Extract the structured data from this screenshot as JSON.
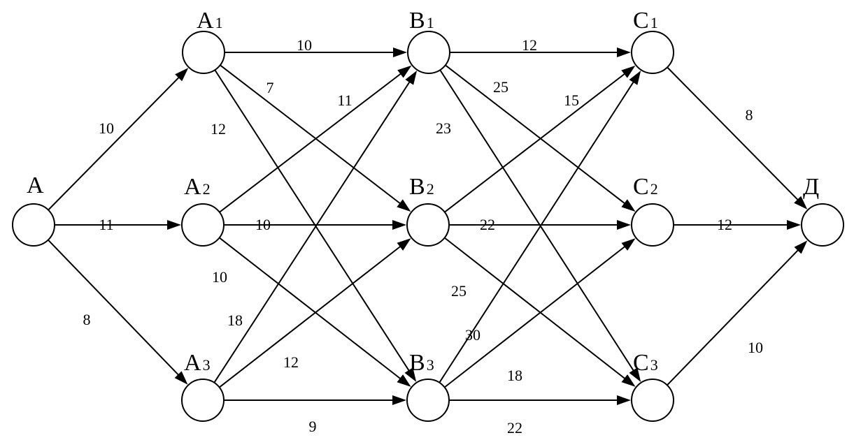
{
  "colors": {
    "line": "#000000",
    "node_fill": "#ffffff"
  },
  "nodes": [
    {
      "id": "A",
      "main": "A",
      "sub": ""
    },
    {
      "id": "A1",
      "main": "A",
      "sub": "1"
    },
    {
      "id": "A2",
      "main": "A",
      "sub": "2"
    },
    {
      "id": "A3",
      "main": "A",
      "sub": "3"
    },
    {
      "id": "B1",
      "main": "B",
      "sub": "1"
    },
    {
      "id": "B2",
      "main": "B",
      "sub": "2"
    },
    {
      "id": "B3",
      "main": "B",
      "sub": "3"
    },
    {
      "id": "C1",
      "main": "C",
      "sub": "1"
    },
    {
      "id": "C2",
      "main": "C",
      "sub": "2"
    },
    {
      "id": "C3",
      "main": "C",
      "sub": "3"
    },
    {
      "id": "D",
      "main": "Д",
      "sub": ""
    }
  ],
  "edges": [
    {
      "from": "A",
      "to": "A1",
      "weight": "10"
    },
    {
      "from": "A",
      "to": "A2",
      "weight": "11"
    },
    {
      "from": "A",
      "to": "A3",
      "weight": "8"
    },
    {
      "from": "A1",
      "to": "B1",
      "weight": "10"
    },
    {
      "from": "A1",
      "to": "B2",
      "weight": "7"
    },
    {
      "from": "A1",
      "to": "B3",
      "weight": "12"
    },
    {
      "from": "A2",
      "to": "B1",
      "weight": "11"
    },
    {
      "from": "A2",
      "to": "B2",
      "weight": "10"
    },
    {
      "from": "A2",
      "to": "B3",
      "weight": "10"
    },
    {
      "from": "A3",
      "to": "B1",
      "weight": "18"
    },
    {
      "from": "A3",
      "to": "B2",
      "weight": "12"
    },
    {
      "from": "A3",
      "to": "B3",
      "weight": "9"
    },
    {
      "from": "B1",
      "to": "C1",
      "weight": "12"
    },
    {
      "from": "B1",
      "to": "C2",
      "weight": "25"
    },
    {
      "from": "B1",
      "to": "C3",
      "weight": "23"
    },
    {
      "from": "B2",
      "to": "C1",
      "weight": "15"
    },
    {
      "from": "B2",
      "to": "C2",
      "weight": "22"
    },
    {
      "from": "B2",
      "to": "C3",
      "weight": "25"
    },
    {
      "from": "B3",
      "to": "C1",
      "weight": "30"
    },
    {
      "from": "B3",
      "to": "C2",
      "weight": "18"
    },
    {
      "from": "B3",
      "to": "C3",
      "weight": "22"
    },
    {
      "from": "C1",
      "to": "D",
      "weight": "8"
    },
    {
      "from": "C2",
      "to": "D",
      "weight": "12"
    },
    {
      "from": "C3",
      "to": "D",
      "weight": "10"
    }
  ]
}
